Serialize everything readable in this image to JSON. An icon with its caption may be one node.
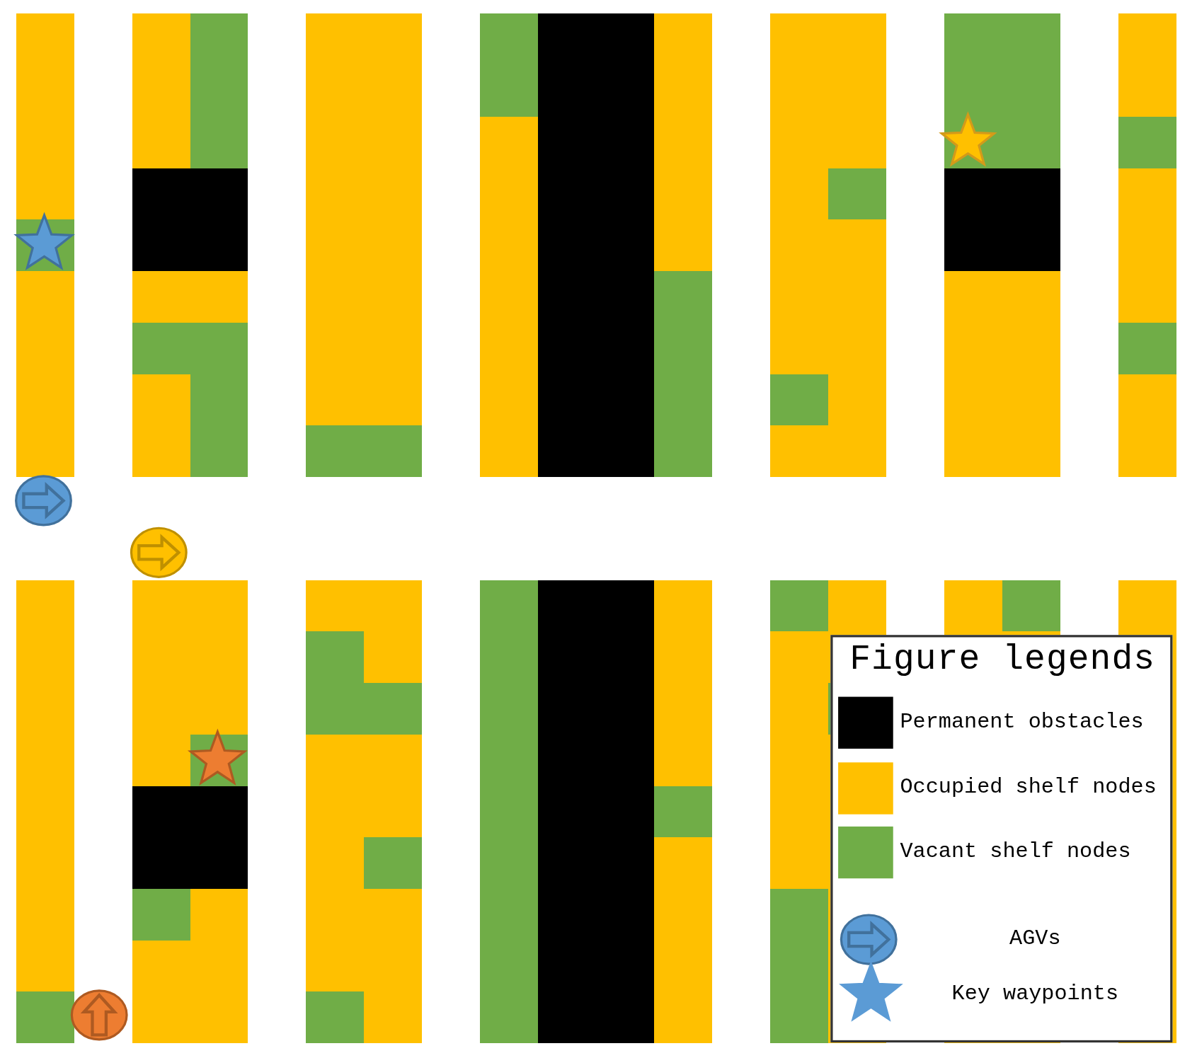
{
  "diagram": {
    "labels": [
      "Figure legends"
    ],
    "legend": [
      {
        "text": "Permanent obstacles",
        "color": "#000000"
      },
      {
        "text": "Occupied shelf nodes",
        "color": "#ffc000"
      },
      {
        "text": "Vacant shelf nodes",
        "color": "#70ad47"
      },
      {
        "text": "AGVs"
      },
      {
        "text": "Key waypoints"
      }
    ]
  }
}
